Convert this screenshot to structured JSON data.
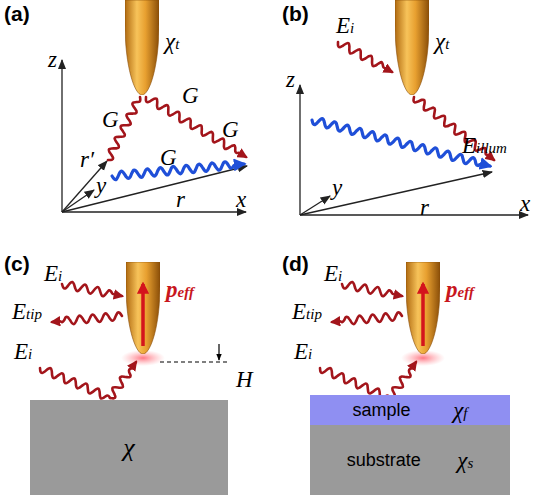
{
  "diagram": {
    "nodes": [
      {
        "text": [
          "χt"
        ]
      },
      {
        "text": [
          "χt"
        ]
      },
      {
        "text": [
          "peff"
        ]
      },
      {
        "text": [
          "χ"
        ]
      },
      {
        "text": [
          "peff"
        ]
      },
      {
        "text": [
          "sample",
          "χf"
        ]
      },
      {
        "text": [
          "substrate",
          "χs"
        ]
      }
    ],
    "labels": [
      "(a)",
      "z",
      "y",
      "x",
      "r′",
      "r",
      "G",
      "G",
      "G",
      "G",
      "(b)",
      "z",
      "y",
      "x",
      "r",
      "Ei",
      "Eillum",
      "(c)",
      "Ei",
      "Etip",
      "Ei",
      "H",
      "(d)",
      "Ei",
      "Etip",
      "Ei"
    ]
  }
}
